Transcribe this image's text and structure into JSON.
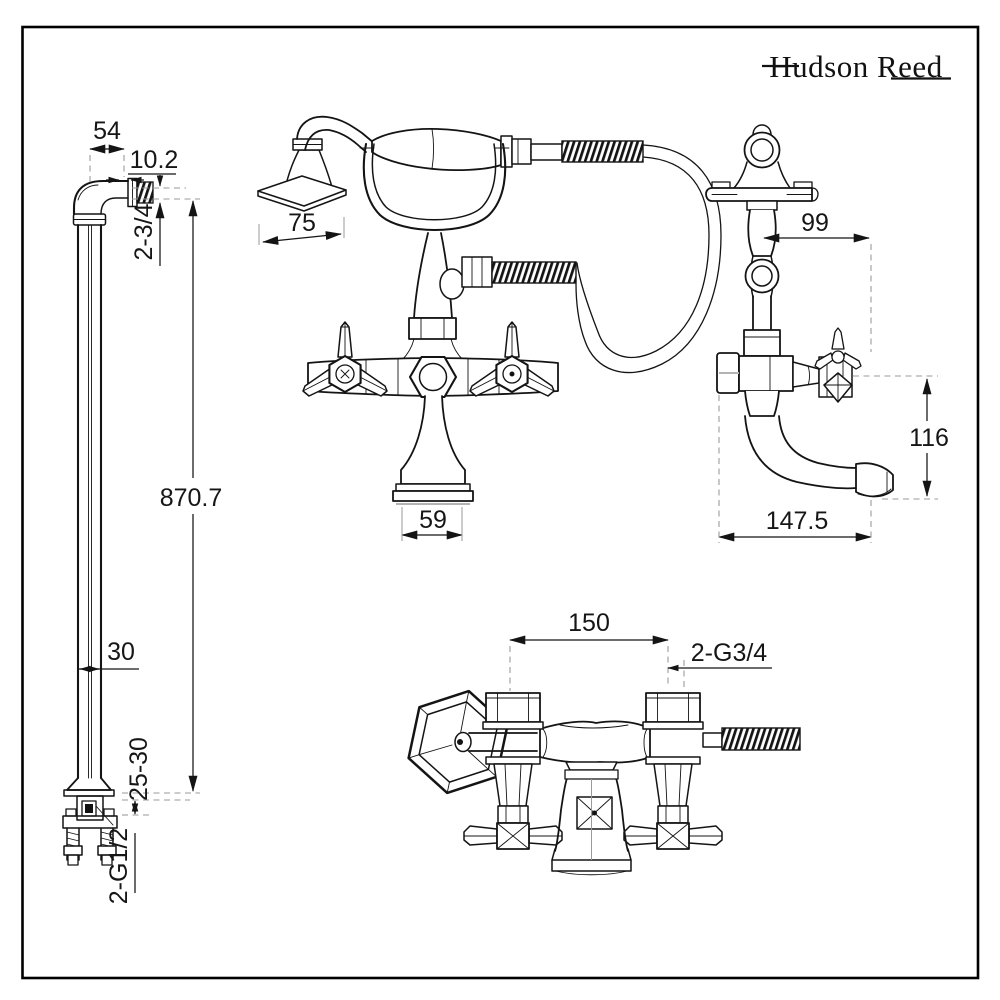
{
  "page": {
    "background": "#ffffff",
    "frame_color": "#000000",
    "line_color": "#141414",
    "dash_color": "#9a9a9a"
  },
  "brand": {
    "logo_text": "Hudson Reed"
  },
  "views": {
    "standpipe_front": {
      "dims": {
        "top_offset": "54",
        "thread_length": "10.2",
        "top_thread": "2-3/4",
        "overall_height": "870.7",
        "pipe_diameter": "30",
        "base_adjustment": "25-30",
        "base_thread": "2-G1/2"
      }
    },
    "mixer_front": {
      "dims": {
        "head_width": "75",
        "base_width": "59"
      }
    },
    "mixer_side": {
      "dims": {
        "wall_offset": "99",
        "spout_height": "116",
        "spout_reach": "147.5"
      }
    },
    "mixer_plan": {
      "dims": {
        "inlet_centres": "150",
        "inlet_thread": "2-G3/4"
      }
    }
  }
}
